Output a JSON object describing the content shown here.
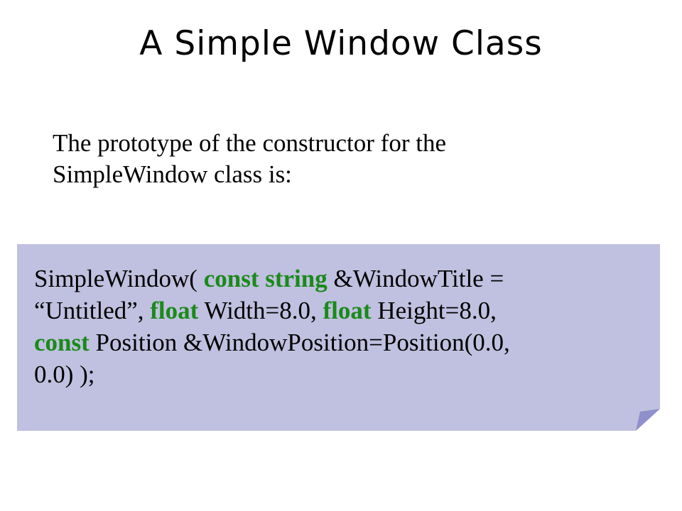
{
  "slide": {
    "title": "A Simple Window Class",
    "intro_lines": [
      "The prototype of the constructor for the",
      "SimpleWindow class is:"
    ]
  },
  "code": {
    "keyword_color": "#1a8a1a",
    "box_color": "#c0c0e0",
    "lines": [
      [
        {
          "text": "SimpleWindow( ",
          "kw": false
        },
        {
          "text": "const string",
          "kw": true
        },
        {
          "text": " &WindowTitle =",
          "kw": false
        }
      ],
      [
        {
          "text": "“Untitled”, ",
          "kw": false
        },
        {
          "text": "float",
          "kw": true
        },
        {
          "text": " Width=8.0, ",
          "kw": false
        },
        {
          "text": "float",
          "kw": true
        },
        {
          "text": " Height=8.0,",
          "kw": false
        }
      ],
      [
        {
          "text": "const",
          "kw": true
        },
        {
          "text": " Position &WindowPosition=Position(0.0,",
          "kw": false
        }
      ],
      [
        {
          "text": "0.0) );",
          "kw": false
        }
      ]
    ]
  }
}
